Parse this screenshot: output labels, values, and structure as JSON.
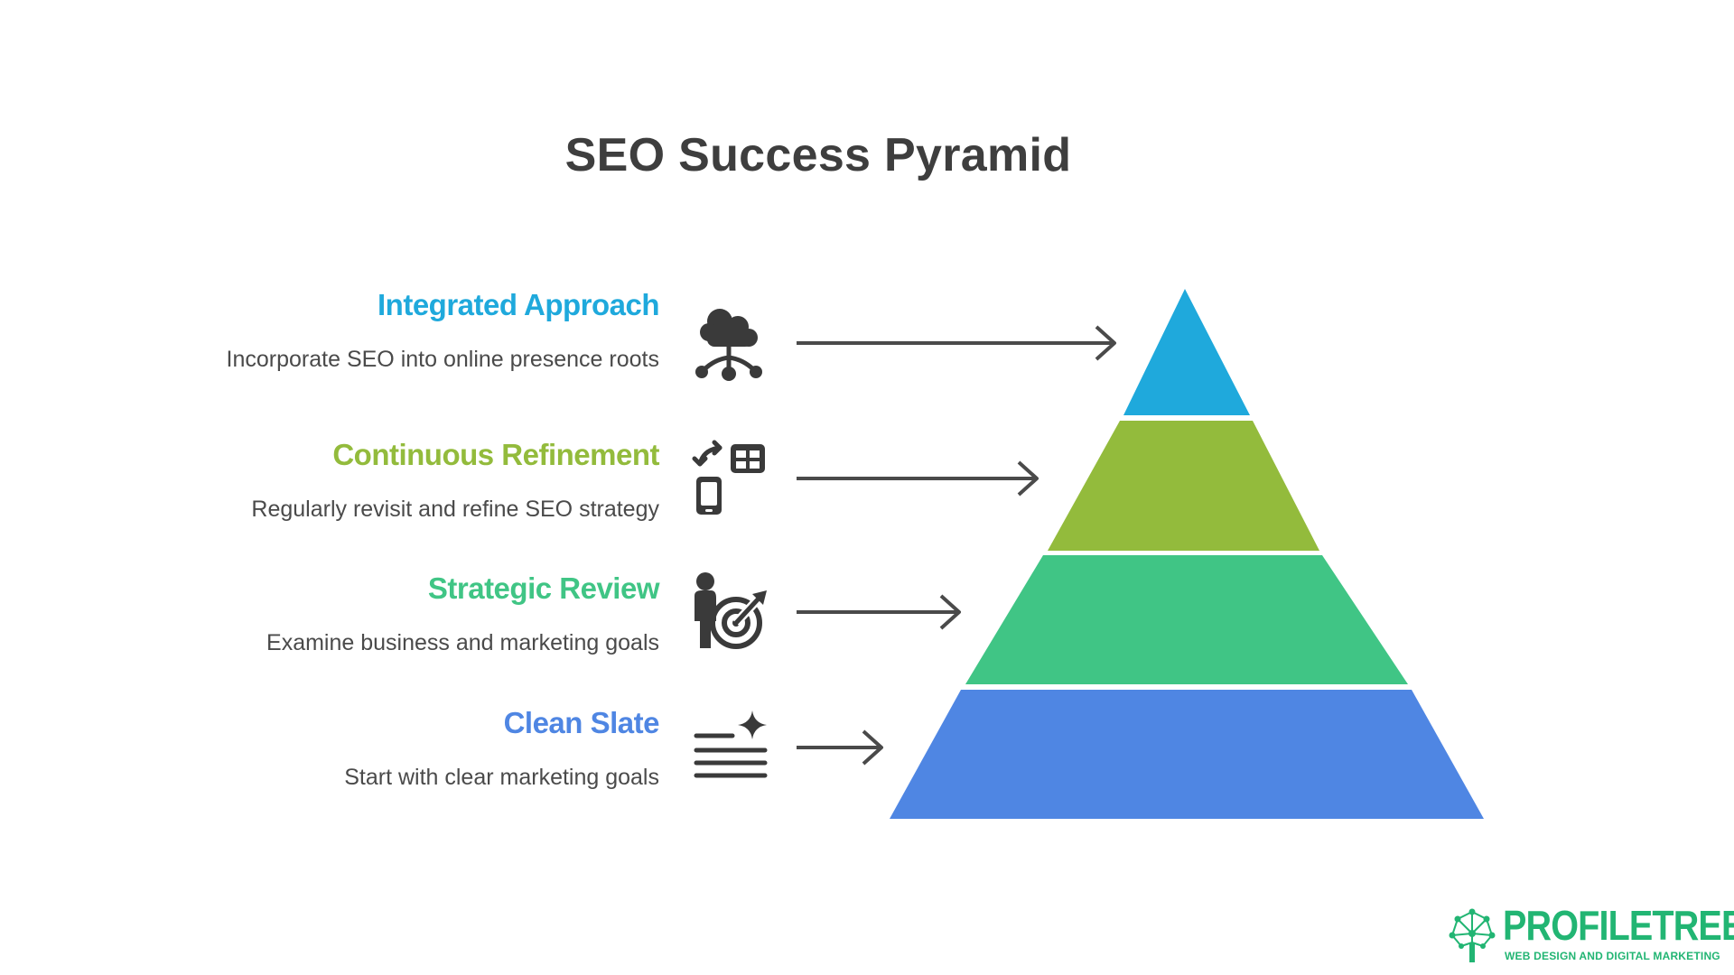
{
  "title": "SEO Success Pyramid",
  "levels": [
    {
      "title": "Integrated Approach",
      "description": "Incorporate SEO into online presence roots",
      "color": "#1fa9dc",
      "icon": "cloud-network-icon"
    },
    {
      "title": "Continuous Refinement",
      "description": "Regularly revisit and refine SEO strategy",
      "color": "#93bb3c",
      "icon": "device-sync-icon"
    },
    {
      "title": "Strategic Review",
      "description": "Examine business and marketing goals",
      "color": "#40c585",
      "icon": "person-target-icon"
    },
    {
      "title": "Clean Slate",
      "description": "Start with clear marketing goals",
      "color": "#4f86e3",
      "icon": "list-sparkle-icon"
    }
  ],
  "colors": {
    "title_text": "#3e3e3e",
    "description_text": "#4a4a4a",
    "arrow": "#4a4a4a",
    "icon": "#3a3a3a",
    "logo": "#22b573"
  },
  "logo": {
    "wordmark": "PROFILETREE",
    "tagline": "WEB DESIGN AND DIGITAL MARKETING"
  }
}
